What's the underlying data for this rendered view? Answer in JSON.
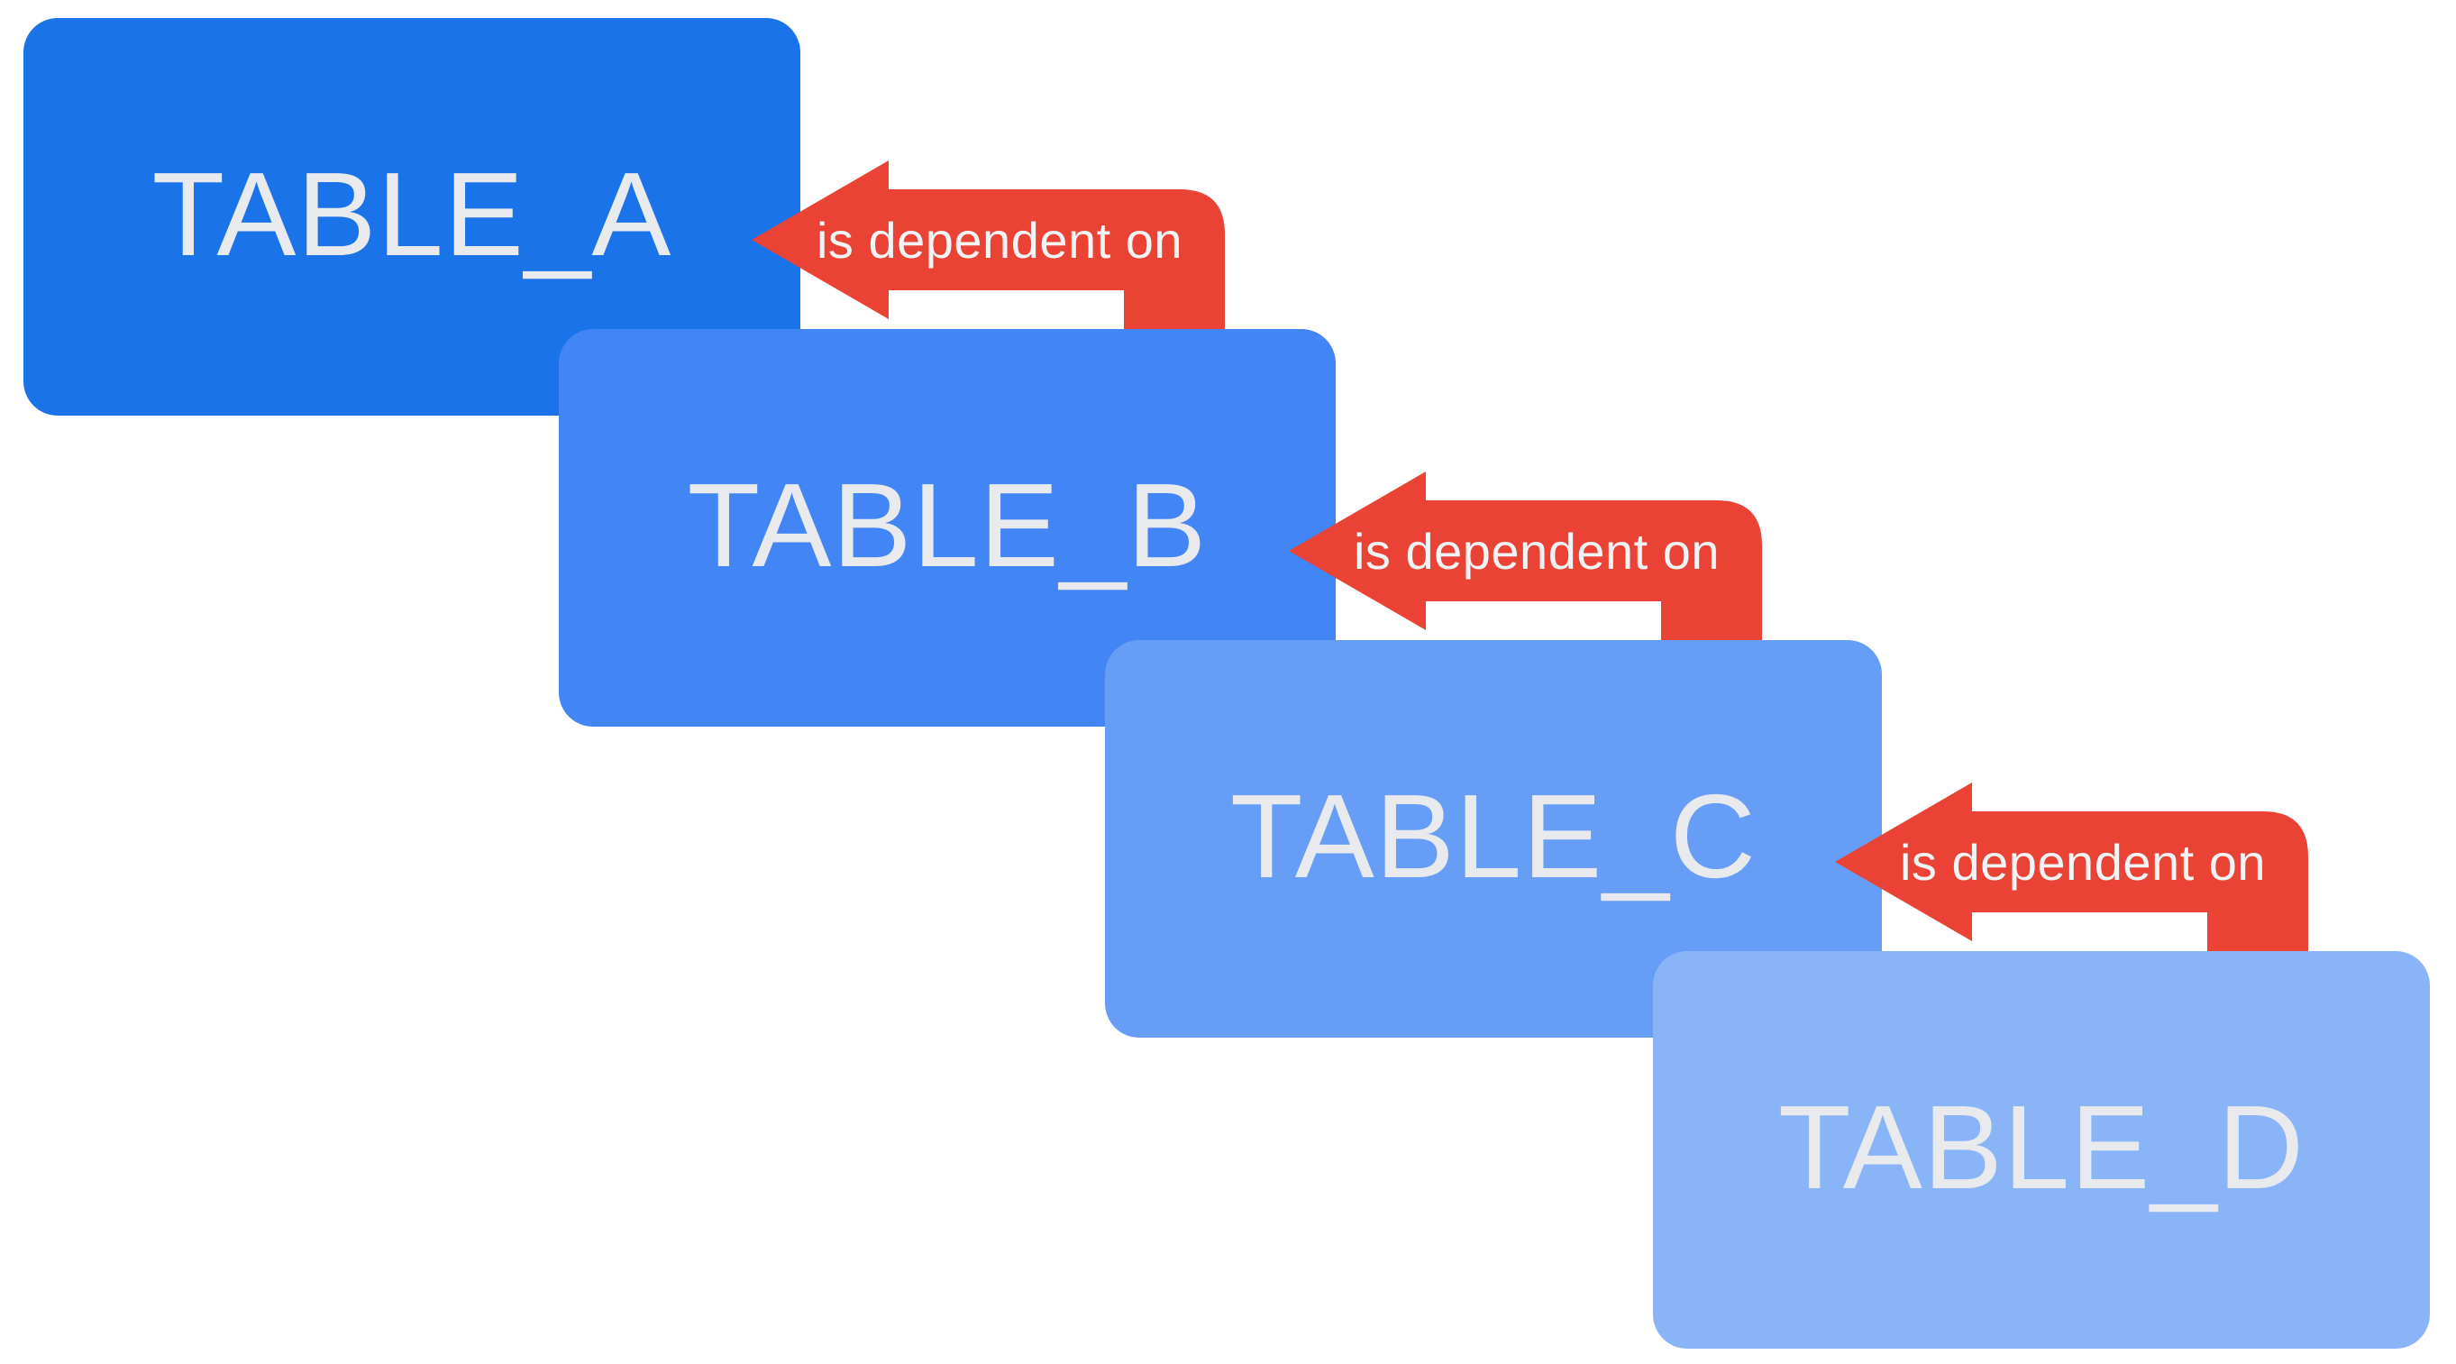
{
  "diagram": {
    "background": "#ffffff",
    "label_color": "#e8eaed",
    "arrow_label_color": "#f1f3f4",
    "nodes": [
      {
        "id": "table_a",
        "label": "TABLE_A",
        "color": "#1a73e8"
      },
      {
        "id": "table_b",
        "label": "TABLE_B",
        "color": "#4285f4"
      },
      {
        "id": "table_c",
        "label": "TABLE_C",
        "color": "#669df6"
      },
      {
        "id": "table_d",
        "label": "TABLE_D",
        "color": "#8ab4f8"
      }
    ],
    "edges": [
      {
        "from": "table_b",
        "to": "table_a",
        "label": "is dependent on",
        "color": "#ea4335"
      },
      {
        "from": "table_c",
        "to": "table_b",
        "label": "is dependent on",
        "color": "#ea4335"
      },
      {
        "from": "table_d",
        "to": "table_c",
        "label": "is dependent on",
        "color": "#ea4335"
      }
    ]
  }
}
